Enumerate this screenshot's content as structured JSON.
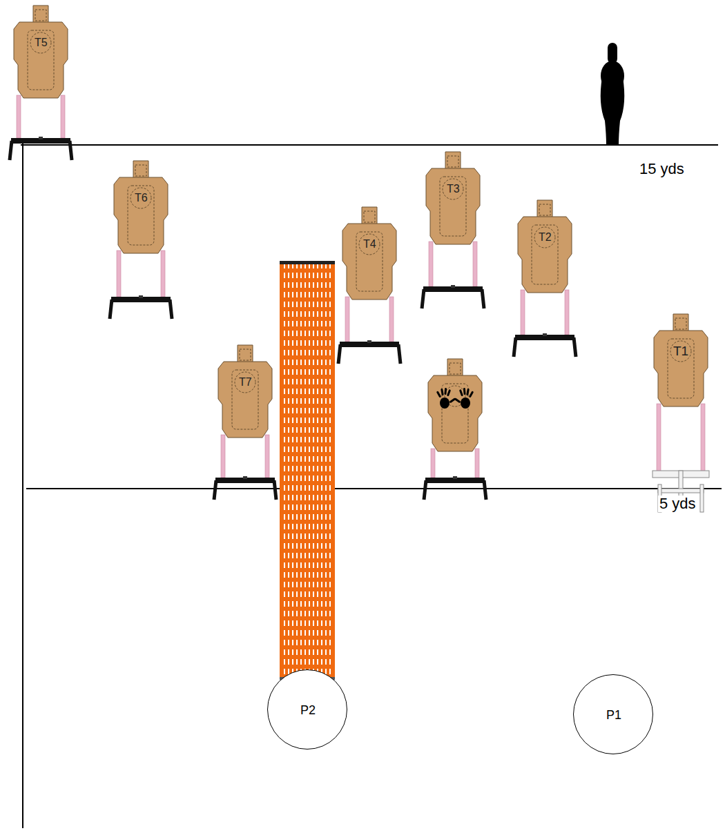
{
  "diagram": {
    "nodes": [
      {
        "text": [
          "T5"
        ]
      },
      {
        "text": [
          "T6"
        ]
      },
      {
        "text": [
          "T3"
        ]
      },
      {
        "text": [
          "T4"
        ]
      },
      {
        "text": [
          "T2"
        ]
      },
      {
        "text": [
          "T7"
        ]
      },
      {
        "text": [
          "T1"
        ]
      },
      {
        "text": [
          "P2"
        ]
      },
      {
        "text": [
          "P1"
        ]
      }
    ],
    "labels": [
      "15 yds",
      "5 yds"
    ]
  }
}
